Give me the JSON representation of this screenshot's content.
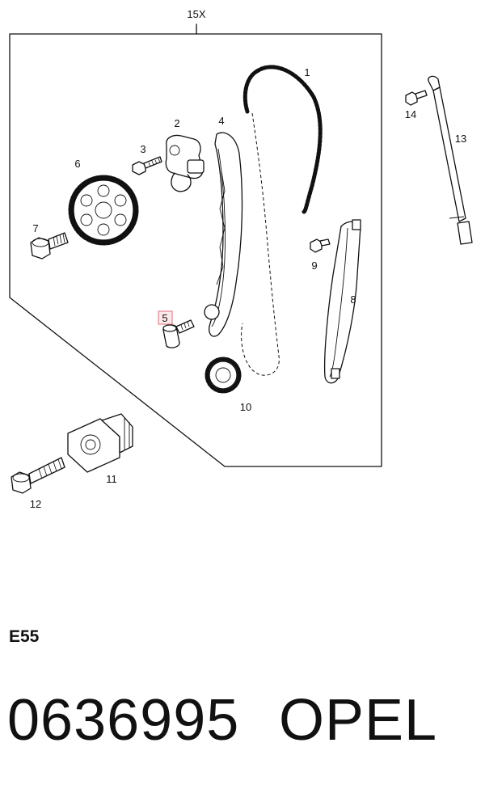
{
  "kit_label": "15X",
  "callouts": {
    "c1": "1",
    "c2": "2",
    "c3": "3",
    "c4": "4",
    "c5": "5",
    "c6": "6",
    "c7": "7",
    "c8": "8",
    "c9": "9",
    "c10": "10",
    "c11": "11",
    "c12": "12",
    "c13": "13",
    "c14": "14"
  },
  "highlighted_callout": "5",
  "highlight_color": "#e0707a",
  "engine_code": "E55",
  "part_number": "0636995",
  "brand": "OPEL"
}
